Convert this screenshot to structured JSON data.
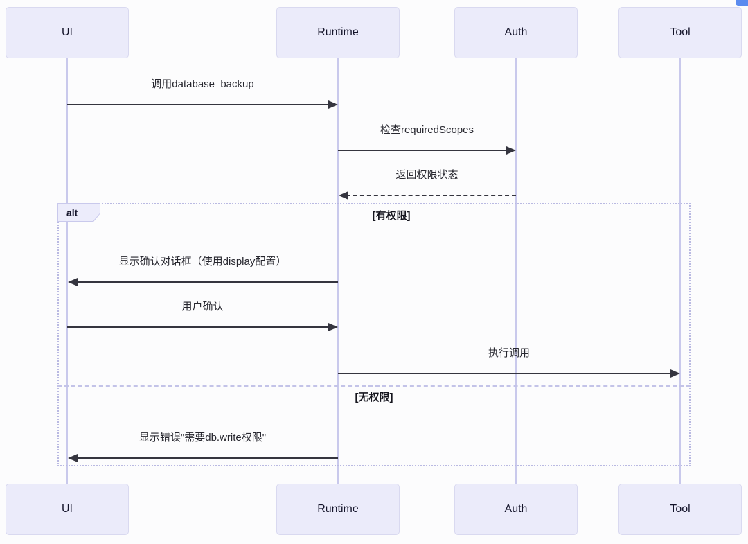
{
  "diagram": {
    "type": "sequence",
    "participants": [
      {
        "name": "UI"
      },
      {
        "name": "Runtime"
      },
      {
        "name": "Auth"
      },
      {
        "name": "Tool"
      }
    ],
    "messages": [
      {
        "from": "UI",
        "to": "Runtime",
        "text": "调用database_backup",
        "line": "solid",
        "direction": "right"
      },
      {
        "from": "Runtime",
        "to": "Auth",
        "text": "检查requiredScopes",
        "line": "solid",
        "direction": "right"
      },
      {
        "from": "Auth",
        "to": "Runtime",
        "text": "返回权限状态",
        "line": "dashed",
        "direction": "left"
      },
      {
        "from": "Runtime",
        "to": "UI",
        "text": "显示确认对话框（使用display配置）",
        "line": "solid",
        "direction": "left"
      },
      {
        "from": "UI",
        "to": "Runtime",
        "text": "用户确认",
        "line": "solid",
        "direction": "right"
      },
      {
        "from": "Runtime",
        "to": "Tool",
        "text": "执行调用",
        "line": "solid",
        "direction": "right"
      },
      {
        "from": "Runtime",
        "to": "UI",
        "text": "显示错误\"需要db.write权限\"",
        "line": "solid",
        "direction": "left"
      }
    ],
    "alt_frame": {
      "label": "alt",
      "sections": [
        {
          "condition": "[有权限]"
        },
        {
          "condition": "[无权限]"
        }
      ]
    },
    "colors": {
      "actor_fill": "#ebebfa",
      "actor_border": "#d9d9f0",
      "lifeline": "#c9c9ec",
      "arrow": "#35353f",
      "frame_border": "#b9b9e2",
      "accent_blue": "#5b8bef",
      "background": "#fcfcfd"
    }
  }
}
